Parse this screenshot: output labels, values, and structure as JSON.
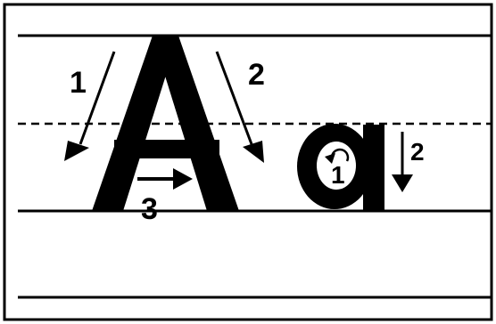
{
  "uppercase": {
    "letter": "A",
    "strokes": [
      {
        "number": "1"
      },
      {
        "number": "2"
      },
      {
        "number": "3"
      }
    ]
  },
  "lowercase": {
    "letter": "a",
    "strokes": [
      {
        "number": "1"
      },
      {
        "number": "2"
      }
    ]
  },
  "colors": {
    "ink": "#000000",
    "paper": "#ffffff"
  }
}
